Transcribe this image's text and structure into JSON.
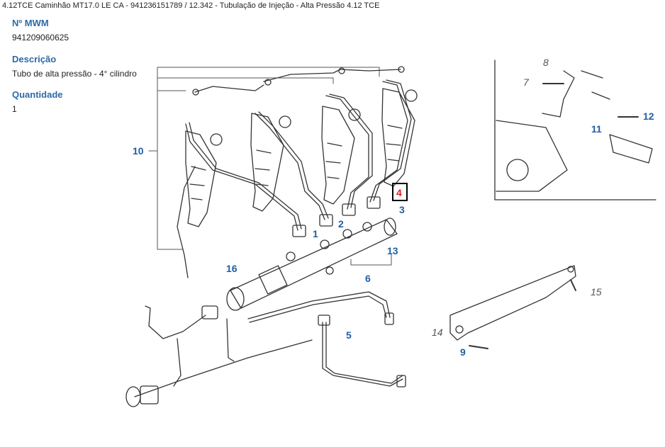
{
  "breadcrumb": {
    "model": "4.12TCE Caminhão MT17.0 LE CA - 941236151789",
    "separator": "/",
    "section": "12.342 - Tubulação de Injeção - Alta Pressão 4.12 TCE"
  },
  "part": {
    "number_label": "Nº MWM",
    "number_value": "941209060625",
    "description_label": "Descrição",
    "description_value": "Tubo de alta pressão - 4° cilindro",
    "quantity_label": "Quantidade",
    "quantity_value": "1"
  },
  "diagram": {
    "selected": "4",
    "callouts": {
      "c1": "1",
      "c2": "2",
      "c3": "3",
      "c4": "4",
      "c5": "5",
      "c6": "6",
      "c7": "7",
      "c8": "8",
      "c9": "9",
      "c10": "10",
      "c11": "11",
      "c12": "12",
      "c13": "13",
      "c14": "14",
      "c15": "15",
      "c16": "16"
    }
  }
}
